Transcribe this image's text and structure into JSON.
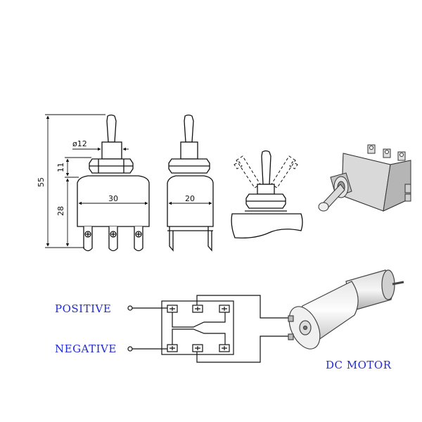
{
  "dimensions": {
    "height_total": "55",
    "height_upper": "11",
    "height_body": "28",
    "diameter": "ø12",
    "width_front": "30",
    "width_side": "20"
  },
  "wiring": {
    "positive_label": "POSITIVE",
    "negative_label": "NEGATIVE",
    "motor_label": "DC MOTOR"
  },
  "colors": {
    "line": "#111111",
    "label_blue": "#1f2bd6"
  }
}
